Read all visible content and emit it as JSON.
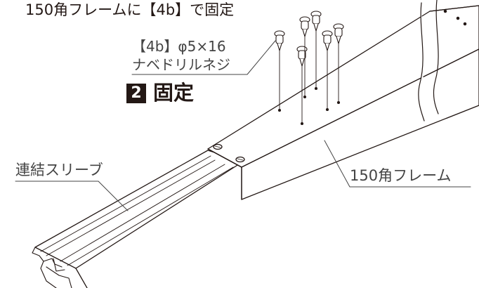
{
  "header": {
    "text": "150角フレームに【4b】で固定"
  },
  "callout": {
    "line1": "【4b】φ5×16",
    "line2": "ナベドリルネジ"
  },
  "step": {
    "number": "2",
    "title": "固定"
  },
  "labels": {
    "sleeve": "連結スリーブ",
    "frame": "150角フレーム"
  }
}
